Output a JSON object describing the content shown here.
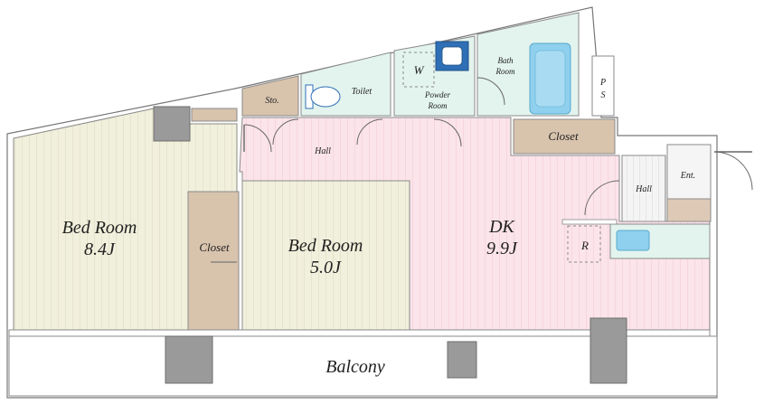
{
  "rooms": {
    "bed_room_large": {
      "name": "Bed Room",
      "size": "8.4J"
    },
    "bed_room_small": {
      "name": "Bed Room",
      "size": "5.0J"
    },
    "dk": {
      "name": "DK",
      "size": "9.9J"
    },
    "balcony": "Balcony",
    "closet_left": "Closet",
    "closet_right": "Closet",
    "hall_main": "Hall",
    "hall_entry": "Hall",
    "entrance": "Ent.",
    "storage": "Sto.",
    "toilet": "Toilet",
    "powder_room": [
      "Powder",
      "Room"
    ],
    "bath_room": [
      "Bath",
      "Room"
    ],
    "washer": "W",
    "refrigerator": "R",
    "pipe_space": [
      "P",
      "S"
    ]
  },
  "colors": {
    "bedroom_fill": "#f1f0dc",
    "dk_fill": "#fbe4ea",
    "wet_fill": "#e3f4ee",
    "closet_fill": "#d8c3ad",
    "hall_entry_fill": "#f2f2f2",
    "bath_tub": "#8fd0ee",
    "pillar": "#9a9a9a"
  }
}
